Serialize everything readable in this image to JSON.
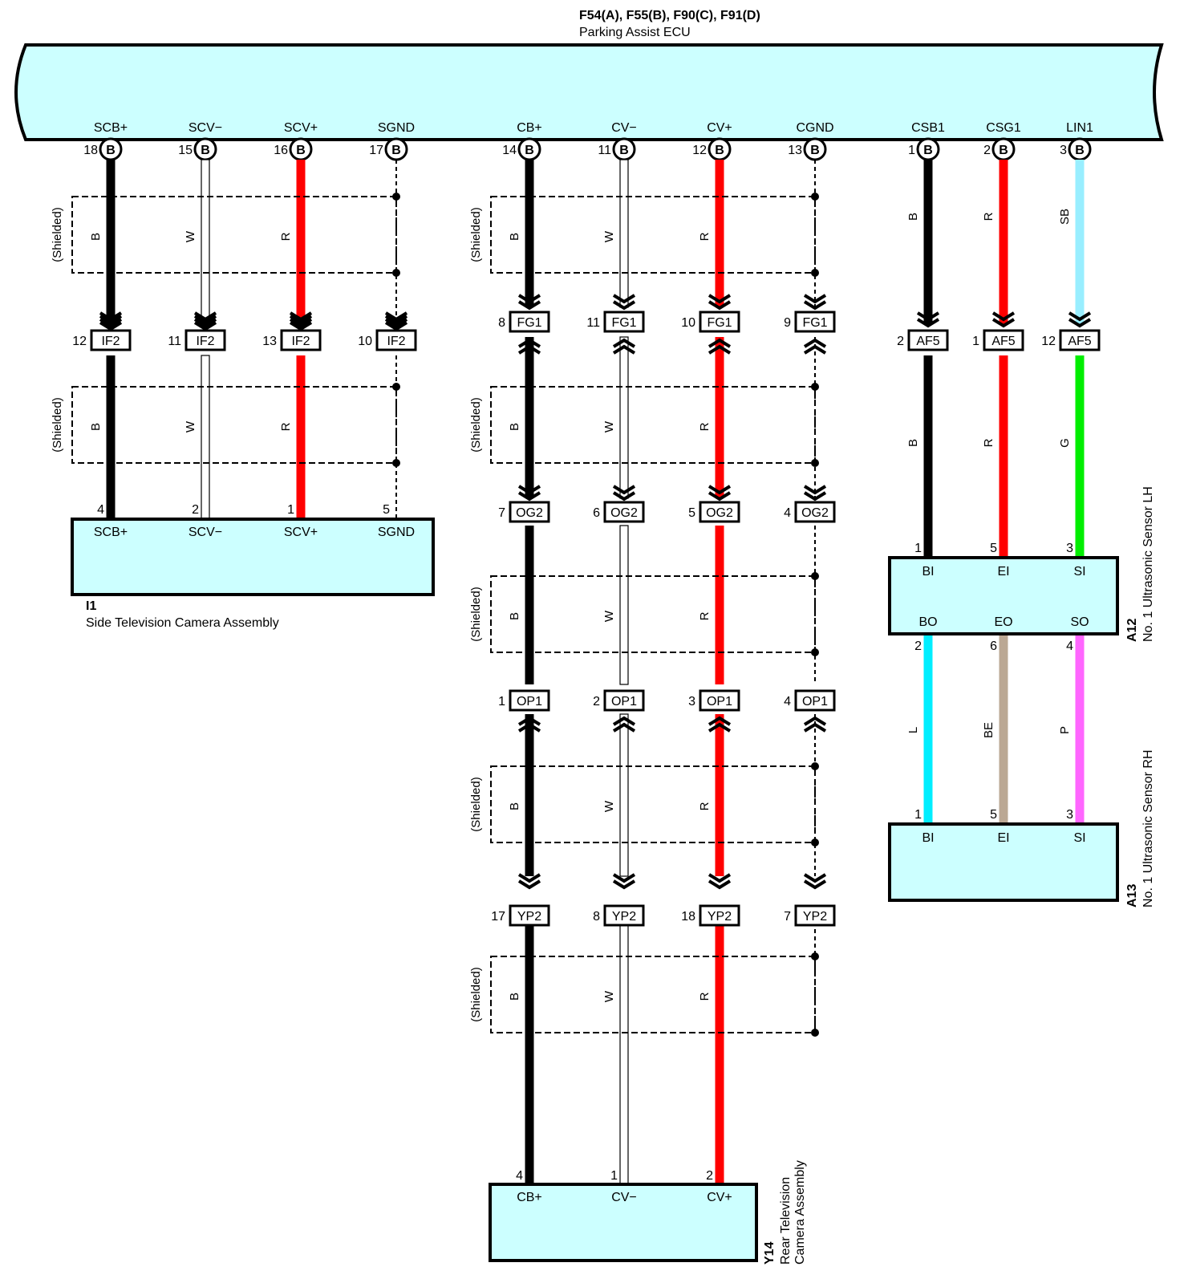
{
  "ecu": {
    "connectors": "F54(A), F55(B), F90(C), F91(D)",
    "name": "Parking Assist ECU",
    "terminals": [
      {
        "label": "SCB+",
        "pin": "18",
        "letter": "B"
      },
      {
        "label": "SCV−",
        "pin": "15",
        "letter": "B"
      },
      {
        "label": "SCV+",
        "pin": "16",
        "letter": "B"
      },
      {
        "label": "SGND",
        "pin": "17",
        "letter": "B"
      },
      {
        "label": "CB+",
        "pin": "14",
        "letter": "B"
      },
      {
        "label": "CV−",
        "pin": "11",
        "letter": "B"
      },
      {
        "label": "CV+",
        "pin": "12",
        "letter": "B"
      },
      {
        "label": "CGND",
        "pin": "13",
        "letter": "B"
      },
      {
        "label": "CSB1",
        "pin": "1",
        "letter": "B"
      },
      {
        "label": "CSG1",
        "pin": "2",
        "letter": "B"
      },
      {
        "label": "LIN1",
        "pin": "3",
        "letter": "B"
      }
    ]
  },
  "shield_label": "(Shielded)",
  "wire_colors": {
    "B": "#000000",
    "W": "#ffffff",
    "R": "#ff0000",
    "SB": "#99eeff",
    "G": "#00ee00",
    "L": "#00eeff",
    "BE": "#bba894",
    "P": "#ff66ff"
  },
  "connectors": {
    "IF2": {
      "name": "IF2",
      "pins": [
        "12",
        "11",
        "13",
        "10"
      ]
    },
    "FG1": {
      "name": "FG1",
      "pins": [
        "8",
        "11",
        "10",
        "9"
      ]
    },
    "OG2": {
      "name": "OG2",
      "pins": [
        "7",
        "6",
        "5",
        "4"
      ]
    },
    "OP1": {
      "name": "OP1",
      "pins": [
        "1",
        "2",
        "3",
        "4"
      ]
    },
    "YP2": {
      "name": "YP2",
      "pins": [
        "17",
        "8",
        "18",
        "7"
      ]
    },
    "AF5": {
      "name": "AF5",
      "pins": [
        "2",
        "1",
        "12"
      ]
    }
  },
  "wire_labels": {
    "left": [
      "B",
      "W",
      "R"
    ],
    "middle": [
      "B",
      "W",
      "R"
    ],
    "right_top": [
      "B",
      "R",
      "SB"
    ],
    "right_mid": [
      "B",
      "R",
      "G"
    ],
    "right_low": [
      "L",
      "BE",
      "P"
    ]
  },
  "side_camera": {
    "code": "I1",
    "name": "Side Television Camera Assembly",
    "terminals": [
      "SCB+",
      "SCV−",
      "SCV+",
      "SGND"
    ],
    "pins": [
      "4",
      "2",
      "1",
      "5"
    ]
  },
  "rear_camera": {
    "code": "Y14",
    "name_line1": "Rear Television",
    "name_line2": "Camera Assembly",
    "terminals": [
      "CB+",
      "CV−",
      "CV+"
    ],
    "pins": [
      "4",
      "1",
      "2"
    ]
  },
  "sensor_lh": {
    "code": "A12",
    "name": "No.  1 Ultrasonic Sensor LH",
    "in_terminals": [
      "BI",
      "EI",
      "SI"
    ],
    "in_pins": [
      "1",
      "5",
      "3"
    ],
    "out_terminals": [
      "BO",
      "EO",
      "SO"
    ],
    "out_pins": [
      "2",
      "6",
      "4"
    ]
  },
  "sensor_rh": {
    "code": "A13",
    "name": "No.  1 Ultrasonic Sensor RH",
    "in_terminals": [
      "BI",
      "EI",
      "SI"
    ],
    "in_pins": [
      "1",
      "5",
      "3"
    ]
  }
}
